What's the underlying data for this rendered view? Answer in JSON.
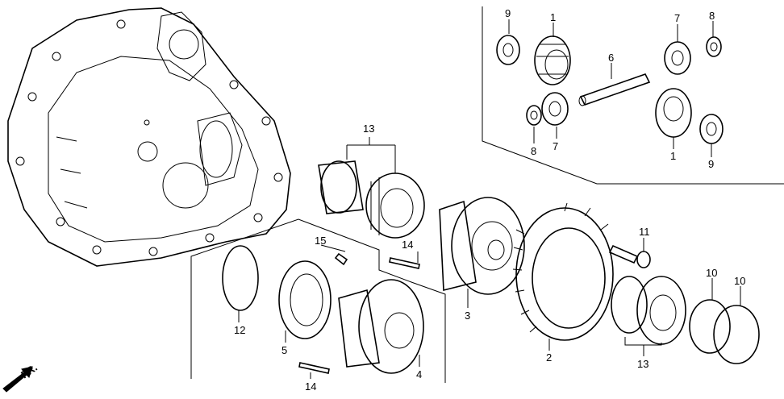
{
  "callouts": {
    "c9a": "9",
    "c1a": "1",
    "c6": "6",
    "c7a": "7",
    "c8a": "8",
    "c8b": "8",
    "c7b": "7",
    "c1b": "1",
    "c9b": "9",
    "c13a": "13",
    "c14a": "14",
    "c15": "15",
    "c12": "12",
    "c5": "5",
    "c3": "3",
    "c11": "11",
    "c10a": "10",
    "c10b": "10",
    "c2": "2",
    "c13b": "13",
    "c4": "4",
    "c14b": "14"
  },
  "direction_label": "FR."
}
